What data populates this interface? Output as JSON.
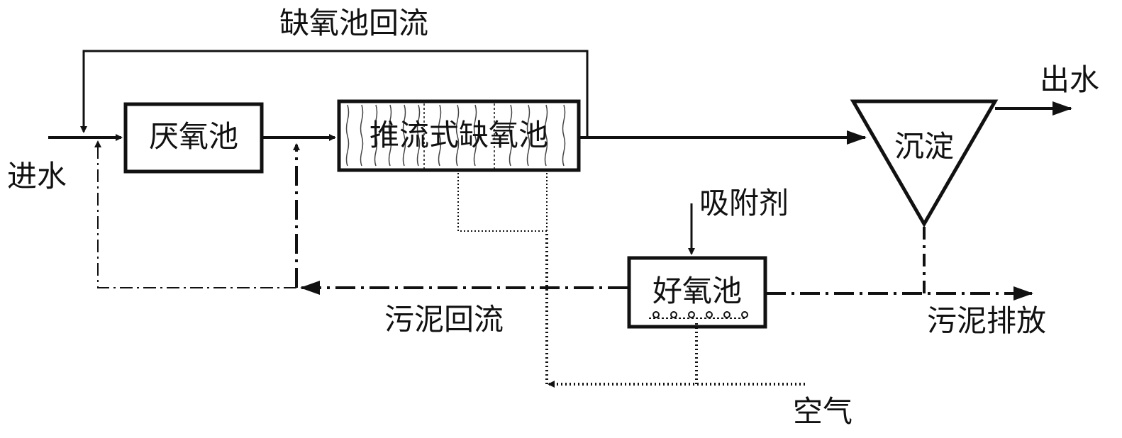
{
  "labels": {
    "anoxic_recycle": "缺氧池回流",
    "inflow": "进水",
    "effluent": "出水",
    "adsorbent": "吸附剂",
    "sludge_return": "污泥回流",
    "sludge_discharge": "污泥排放",
    "air": "空气"
  },
  "units": {
    "anaerobic": "厌氧池",
    "plug_flow_anoxic": "推流式缺氧池",
    "aerobic": "好氧池",
    "settling": "沉淀"
  },
  "colors": {
    "stroke": "#111111",
    "background": "#ffffff"
  }
}
